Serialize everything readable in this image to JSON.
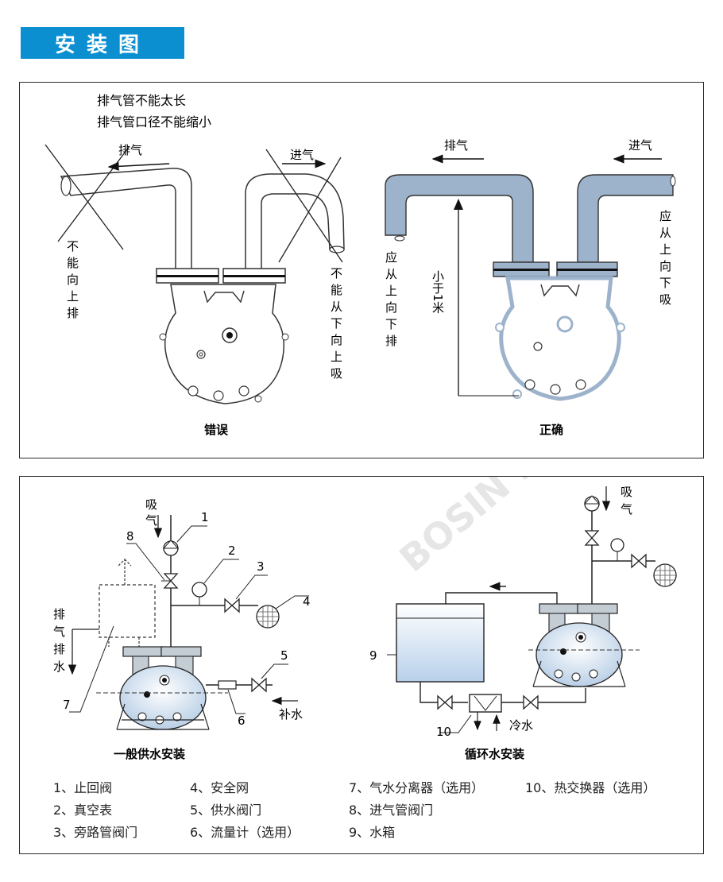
{
  "page_title": "安装图",
  "top": {
    "warning_line1": "排气管不能太长",
    "warning_line2": "排气管口径不能缩小",
    "wrong": {
      "exhaust": "排气",
      "intake": "进气",
      "no_up_exhaust": "不能向上排",
      "no_bottom_up_intake": "不能从下向上吸",
      "caption": "错误"
    },
    "right": {
      "exhaust": "排气",
      "intake": "进气",
      "exhaust_down": "应从上向下排",
      "intake_down": "应从上向下吸",
      "height_note": "小于1米",
      "caption": "正确"
    }
  },
  "bottom": {
    "left": {
      "suction": "吸气",
      "exhaust_drain": "排气排水",
      "makeup_water": "补水",
      "labels": [
        "1",
        "2",
        "3",
        "4",
        "5",
        "6",
        "7",
        "8"
      ],
      "caption": "一般供水安装"
    },
    "right": {
      "suction": "吸气",
      "cold_water": "冷水",
      "labels": [
        "9",
        "10"
      ],
      "caption": "循环水安装"
    },
    "legend": [
      "1、止回阀",
      "2、真空表",
      "3、旁路管阀门",
      "4、安全网",
      "5、供水阀门",
      "6、流量计（选用）",
      "7、气水分离器（选用）",
      "8、进气管阀门",
      "9、水箱",
      "10、热交换器（选用）"
    ]
  },
  "watermark": "BOSIN PUMP",
  "colors": {
    "title_bg": "#0b8fd1",
    "pipe_fill": "#9db3cc",
    "tank_fill": "#c9dcef"
  }
}
